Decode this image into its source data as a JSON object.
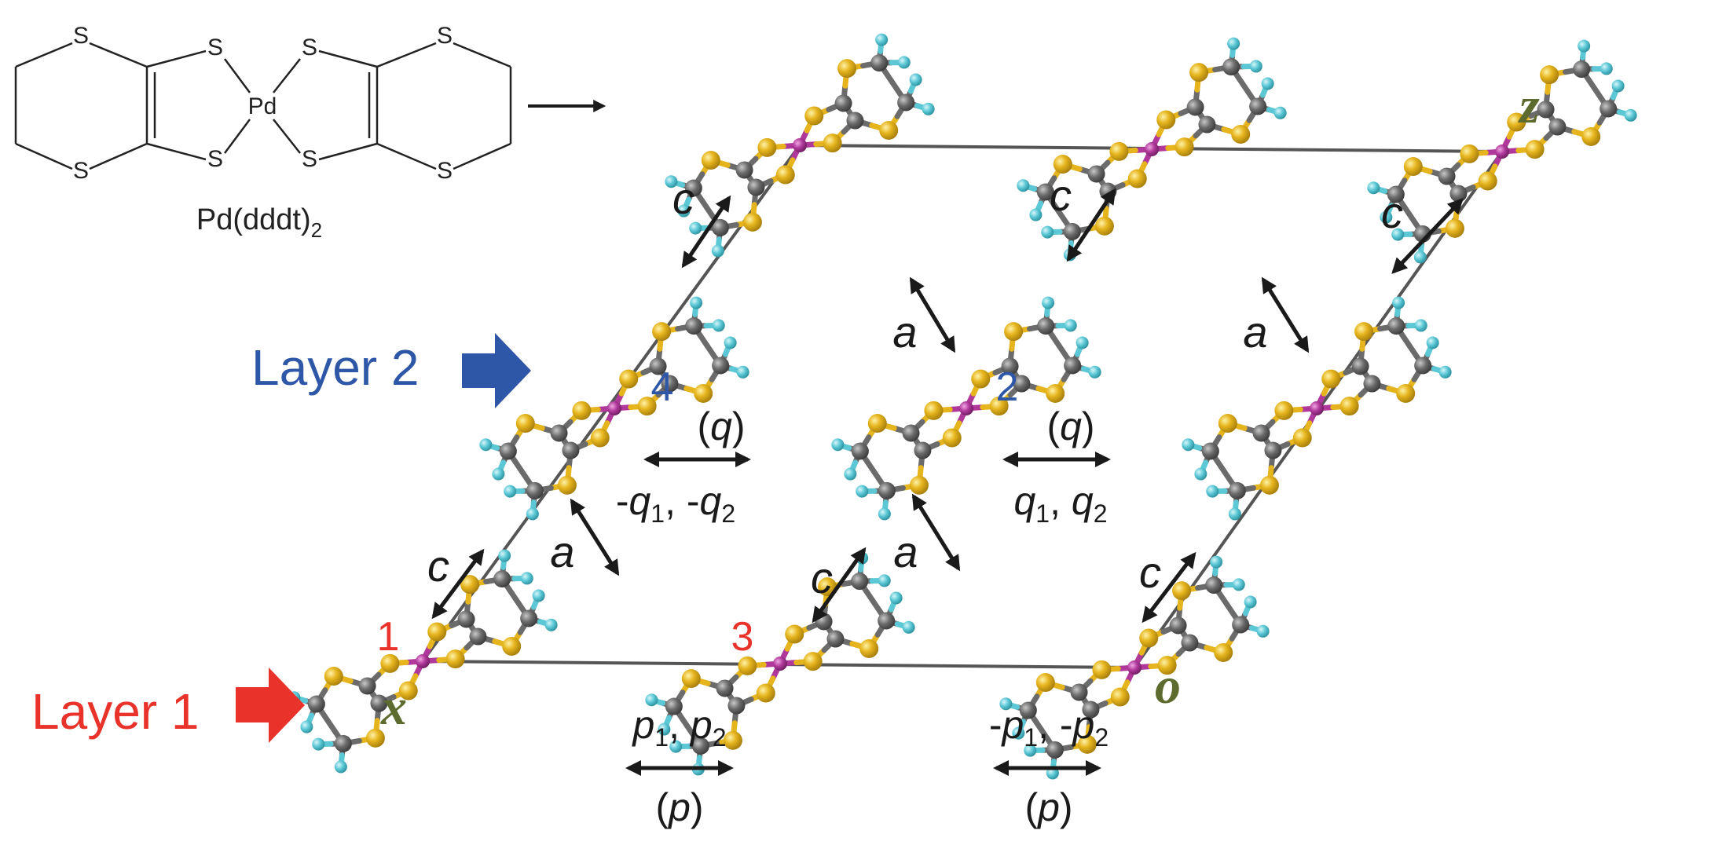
{
  "colors": {
    "sulfur": "#e6b51e",
    "carbon": "#6b6b6b",
    "hydrogen": "#5cc8d6",
    "palladium": "#b0389b",
    "cell": "#555555",
    "layer1": "#e8322a",
    "layer2": "#2f57a8",
    "axis_letter": "#5d6b2f",
    "arrow": "#1a1a1a"
  },
  "molecule_diagram": {
    "atoms": {
      "sulfur": "S",
      "palladium": "Pd"
    },
    "caption": {
      "base": "Pd(dddt)",
      "subscript": "2"
    }
  },
  "layers": {
    "layer1": {
      "label": "Layer 1"
    },
    "layer2": {
      "label": "Layer 2"
    }
  },
  "molecule_numbers": {
    "m1": "1",
    "m2": "2",
    "m3": "3",
    "m4": "4"
  },
  "axes": {
    "x": "x",
    "z": "z",
    "o": "o"
  },
  "interactions": {
    "c": "c",
    "a": "a",
    "q_paren": "(q)",
    "p_paren": "(p)",
    "neg_q": {
      "minus": "-",
      "q": "q",
      "sub1": "1",
      "sep": ", ",
      "sub2": "2"
    },
    "pos_q": {
      "minus": "",
      "q": "q",
      "sub1": "1",
      "sep": ", ",
      "sub2": "2"
    },
    "pos_p": {
      "minus": "",
      "p": "p",
      "sub1": "1",
      "sep": ", ",
      "sub2": "2"
    },
    "neg_p": {
      "minus": "-",
      "p": "p",
      "sub1": "1",
      "sep": ", ",
      "sub2": "2"
    }
  }
}
